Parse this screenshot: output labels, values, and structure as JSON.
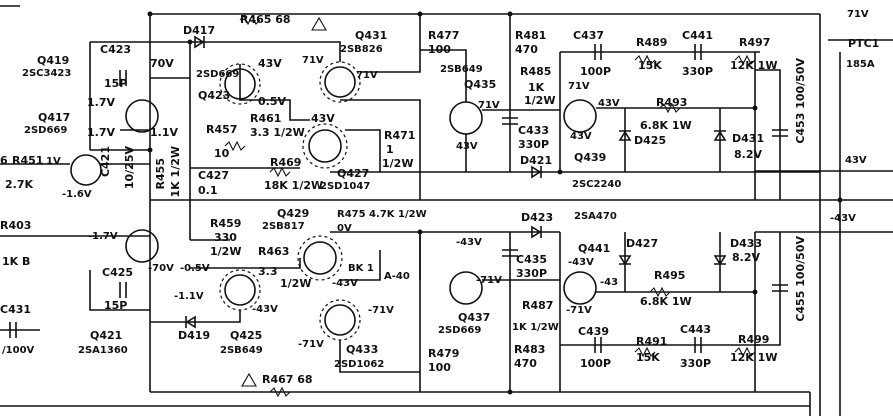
{
  "labels": {
    "q419": "Q419",
    "q419_type": "2SC3423",
    "c423": "C423",
    "c423_v": "15P",
    "v70": "70V",
    "q417": "Q417",
    "q417_type": "2SD669",
    "v17a": "1.7V",
    "v17b": "1.7V",
    "r451": "R451",
    "r451_v": "2.7K",
    "r451_pre": "6",
    "v1_left": "1V",
    "c421": "C421",
    "c421_v": "10/25V",
    "neg16": "-1.6V",
    "r455": "R455",
    "r455_v": "1K 1/2W",
    "v11a": "1.1V",
    "d417": "D417",
    "r465": "R465 68",
    "q423": "Q423",
    "q423_type": "2SD669",
    "v43a": "43V",
    "v05": "0.5V",
    "r457": "R457",
    "r457_v": "10",
    "c427": "C427",
    "c427_v": "0.1",
    "r461": "R461",
    "r461_v": "3.3 1/2W",
    "v43b": "43V",
    "r469": "R469",
    "r469_v": "18K 1/2W",
    "q431": "Q431",
    "q431_type": "2SB826",
    "v71a": "71V",
    "v71b": "71V",
    "r477": "R477",
    "r477_v": "100",
    "r481": "R481",
    "r481_v": "470",
    "q435_type": "2SB649",
    "q435": "Q435",
    "v71c": "71V",
    "r471": "R471",
    "r471_v": "1",
    "r471_w": "1/2W",
    "q427": "Q427",
    "q427_type": "2SD1047",
    "r485": "R485",
    "r485_v": "1K",
    "r485_w": "1/2W",
    "c433": "C433",
    "c433_v": "330P",
    "d421": "D421",
    "v43c": "43V",
    "c437": "C437",
    "c437_v": "100P",
    "v71d": "71V",
    "r489": "R489",
    "r489_v": "15K",
    "c441": "C441",
    "c441_v": "330P",
    "r497": "R497",
    "r497_v": "12K 1W",
    "v71_top": "71V",
    "ptc1": "PTC1",
    "ptc1_v": "185A",
    "v43d": "43V",
    "q439": "Q439",
    "q439_v": "43V",
    "r493": "R493",
    "r493_v": "6.8K 1W",
    "d425": "D425",
    "d431": "D431",
    "d431_v": "8.2V",
    "c453": "C453 100/50V",
    "v43_right": "43V",
    "q2sc": "2SC2240",
    "neg43_right": "-43V",
    "r403": "R403",
    "r403_v": "1K B",
    "v17c": "-1.7V",
    "c425": "C425",
    "c425_v": "15P",
    "v70n": "-70V",
    "v05n": "-0.5V",
    "r459": "R459",
    "r459_v": "330",
    "r459_w": "1/2W",
    "q429": "Q429",
    "q429_type": "2SB817",
    "r475": "R475 4.7K 1/2W",
    "v0": "0V",
    "r463": "R463",
    "r463_v": "3.3",
    "r463_w": "1/2W",
    "bk": "BK 1",
    "a40": "A-40",
    "v43e": "-43V",
    "v43f": "-43V",
    "v11n": "-1.1V",
    "v43g": "-43V",
    "c431": "C431",
    "c431_v": "/100V",
    "q421": "Q421",
    "q421_type": "2SA1360",
    "d419": "D419",
    "q425": "Q425",
    "q425_type": "2SB649",
    "d423": "D423",
    "q2sa": "2SA470",
    "c435": "C435",
    "c435_v": "330P",
    "v71e": "-71V",
    "q437": "Q437",
    "q437_type": "2SD669",
    "r487": "R487",
    "r487_v": "1K 1/2W",
    "v71f": "-71V",
    "q441": "Q441",
    "v43h": "-43V",
    "v43i": "-43",
    "d427": "D427",
    "d433": "D433",
    "d433_v": "8.2V",
    "r495": "R495",
    "r495_v": "6.8K 1W",
    "c439": "C439",
    "c439_v": "100P",
    "r491": "R491",
    "r491_v": "15K",
    "c443": "C443",
    "c443_v": "330P",
    "r499": "R499",
    "r499_v": "12K 1W",
    "c455": "C455 100/50V",
    "v71g": "-71V",
    "v71h": "-71V",
    "q433": "Q433",
    "q433_type": "2SD1062",
    "r479": "R479",
    "r479_v": "100",
    "r483": "R483",
    "r483_v": "470",
    "r467": "R467 68"
  }
}
